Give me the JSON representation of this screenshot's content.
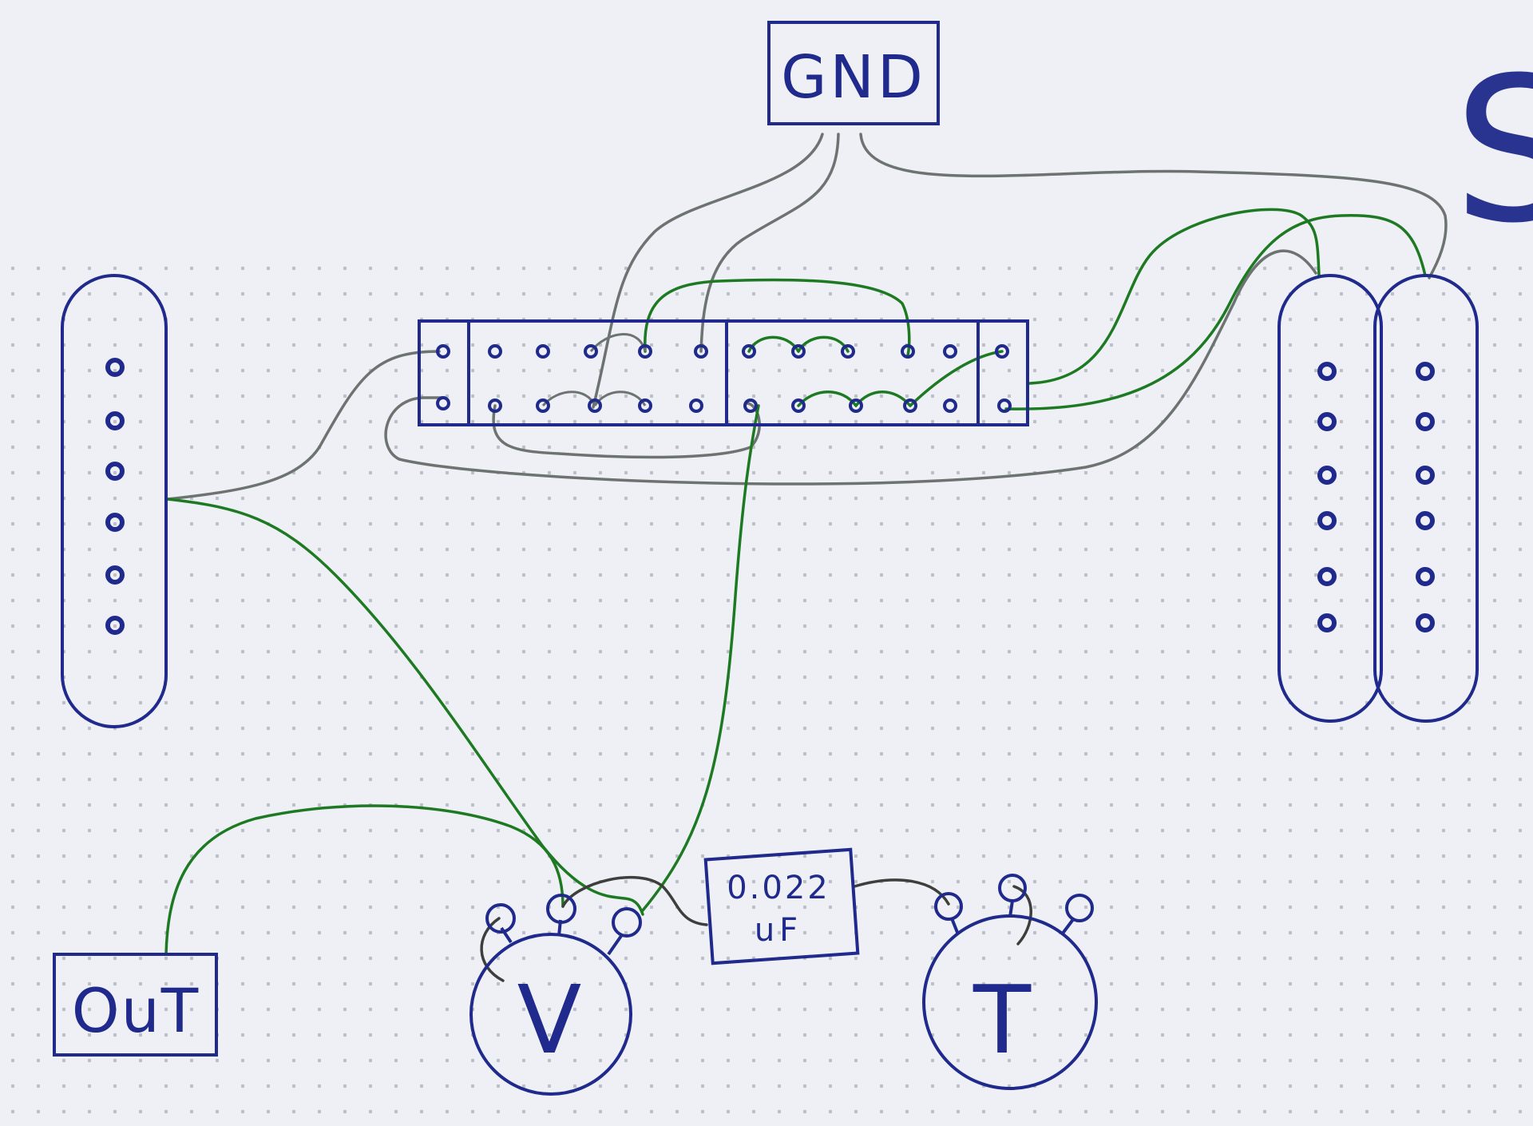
{
  "colors": {
    "paper": "#eef0f5",
    "ink": "#1f2a8c",
    "ground_wire": "#6c7370",
    "signal_wire": "#1e7a22",
    "capacitor_wire": "#3d3f3d",
    "dot_grid": "#9aa0ad"
  },
  "labels": {
    "ground": "GND",
    "output": "OuT",
    "capacitor_value": "0.022",
    "capacitor_unit": "uF",
    "volume": "V",
    "tone": "T",
    "edge_glyph": "S"
  },
  "components": [
    {
      "id": "ground-box",
      "label": "GND"
    },
    {
      "id": "output-jack",
      "label": "OuT"
    },
    {
      "id": "neck-pickup",
      "pole_count": 6
    },
    {
      "id": "humbucker-coil-a",
      "pole_count": 6
    },
    {
      "id": "humbucker-coil-b",
      "pole_count": 6
    },
    {
      "id": "selector-switch",
      "terminals_per_row": 12,
      "rows": 2
    },
    {
      "id": "volume-pot",
      "label": "V",
      "lugs": 3
    },
    {
      "id": "tone-pot",
      "label": "T",
      "lugs": 3
    },
    {
      "id": "tone-capacitor",
      "label": "0.022 uF"
    }
  ],
  "icons": [
    "single-coil-pickup-icon",
    "humbucker-pickup-icon",
    "potentiometer-icon",
    "capacitor-icon",
    "switch-icon"
  ]
}
